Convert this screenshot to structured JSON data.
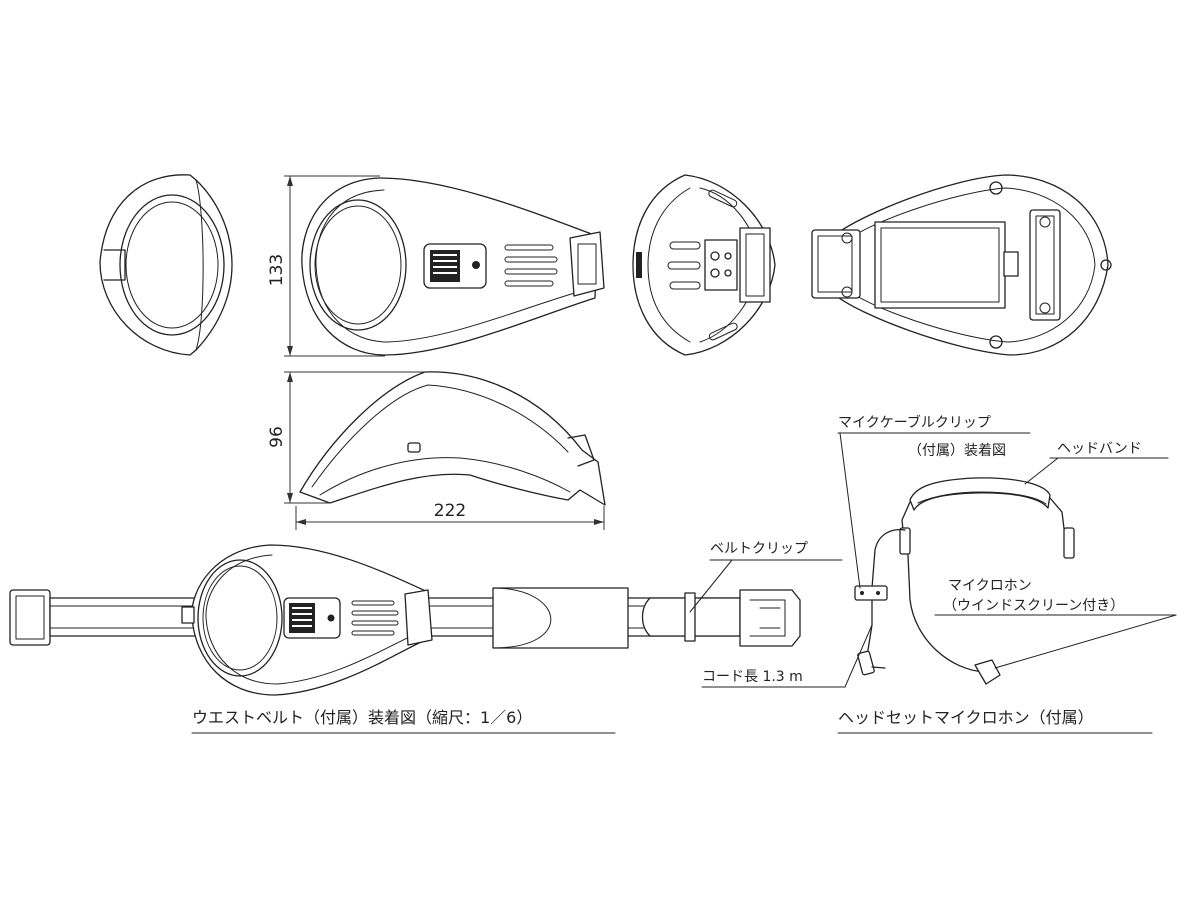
{
  "dimensions": {
    "height": "133",
    "depth": "96",
    "width": "222"
  },
  "labels": {
    "mic_cable_clip_line1": "マイクケーブルクリップ",
    "mic_cable_clip_line2": "（付属）装着図",
    "headband": "ヘッドバンド",
    "belt_clip": "ベルトクリップ",
    "microphone_line1": "マイクロホン",
    "microphone_line2": "（ウインドスクリーン付き）",
    "cord_length": "コード長 1.3 m"
  },
  "captions": {
    "waist_belt": "ウエストベルト（付属）装着図（縮尺：1／6）",
    "headset_mic": "ヘッドセットマイクロホン（付属）"
  }
}
